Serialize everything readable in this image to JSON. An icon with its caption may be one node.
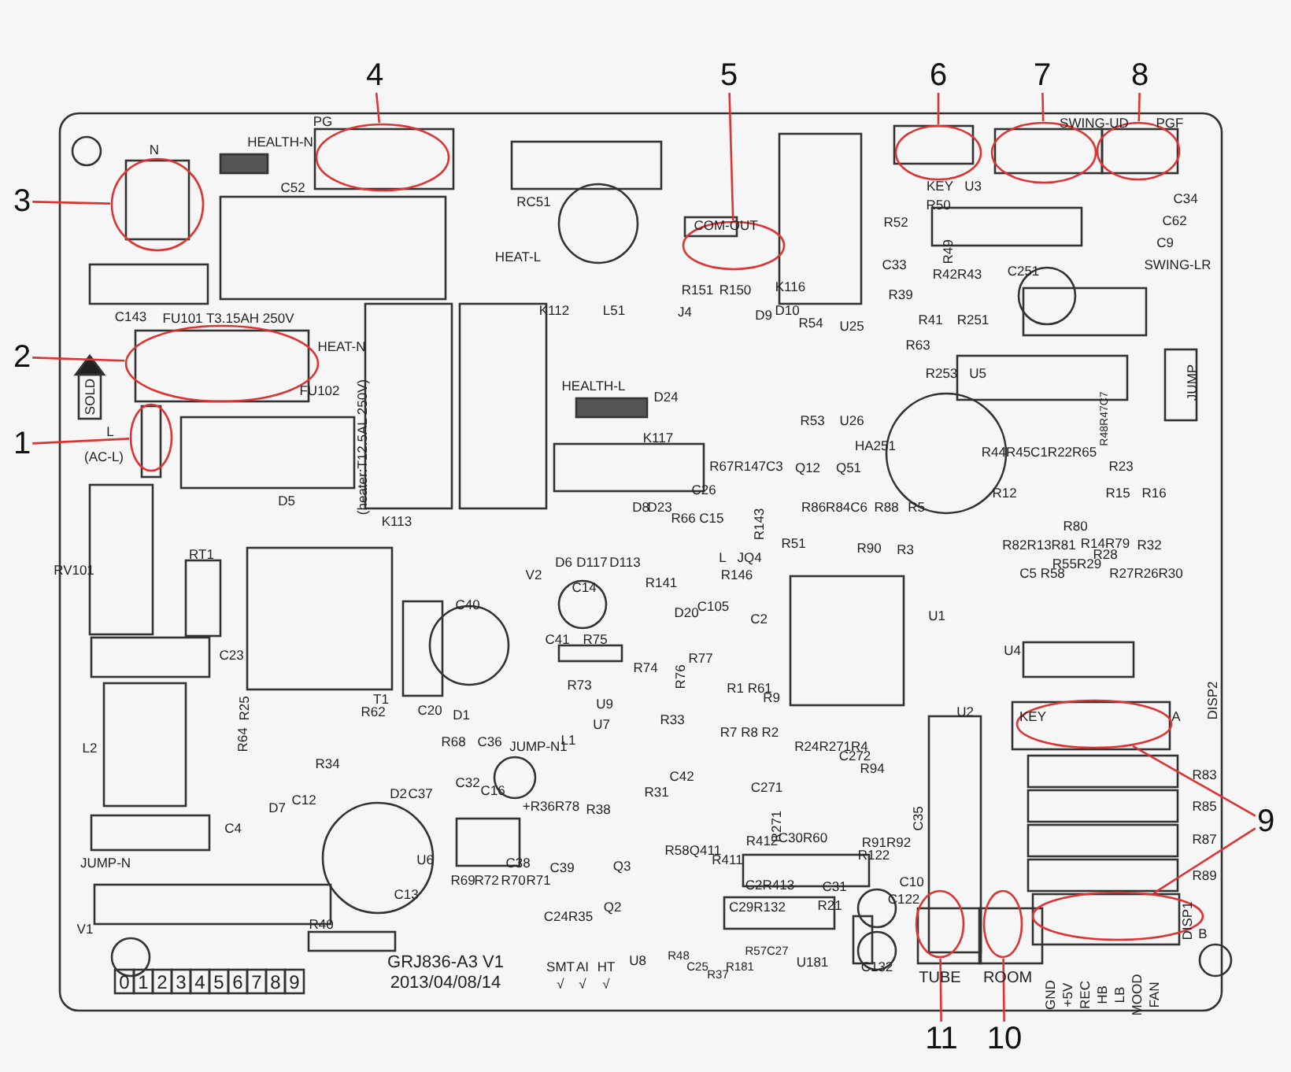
{
  "diagram": {
    "nodes": [
      {
        "text": [
          "1"
        ]
      },
      {
        "text": [
          "2"
        ]
      },
      {
        "text": [
          "3"
        ]
      },
      {
        "text": [
          "4"
        ]
      },
      {
        "text": [
          "5"
        ]
      },
      {
        "text": [
          "6"
        ]
      },
      {
        "text": [
          "7"
        ]
      },
      {
        "text": [
          "8"
        ]
      },
      {
        "text": [
          "9"
        ]
      },
      {
        "text": [
          "10"
        ]
      },
      {
        "text": [
          "11"
        ]
      },
      {
        "text": [],
        "shape": "ellipse"
      },
      {
        "text": [],
        "shape": "ellipse"
      },
      {
        "text": [],
        "shape": "ellipse"
      },
      {
        "text": [],
        "shape": "ellipse"
      },
      {
        "text": [],
        "shape": "ellipse"
      },
      {
        "text": [],
        "shape": "ellipse"
      },
      {
        "text": [],
        "shape": "ellipse"
      },
      {
        "text": [],
        "shape": "ellipse"
      },
      {
        "text": [],
        "shape": "ellipse"
      },
      {
        "text": [],
        "shape": "ellipse"
      },
      {
        "text": [],
        "shape": "ellipse"
      },
      {
        "text": [],
        "shape": "ellipse"
      }
    ],
    "edges": [
      {
        "from": 0,
        "to": 11,
        "arrow": "none"
      },
      {
        "from": 1,
        "to": 12,
        "arrow": "none"
      },
      {
        "from": 2,
        "to": 13,
        "arrow": "none"
      },
      {
        "from": 3,
        "to": 14,
        "arrow": "none"
      },
      {
        "from": 4,
        "to": 15,
        "arrow": "none"
      },
      {
        "from": 5,
        "to": 16,
        "arrow": "none"
      },
      {
        "from": 6,
        "to": 17,
        "arrow": "none"
      },
      {
        "from": 7,
        "to": 18,
        "arrow": "none"
      },
      {
        "from": 8,
        "to": 19,
        "arrow": "none"
      },
      {
        "from": 8,
        "to": 20,
        "arrow": "none"
      },
      {
        "from": 9,
        "to": 21,
        "arrow": "none"
      },
      {
        "from": 10,
        "to": 22,
        "arrow": "none"
      }
    ],
    "labels": [
      "N",
      "HEALTH-N",
      "PG",
      "C52",
      "RC51",
      "HEAT-L",
      "K112",
      "L51",
      "C143",
      "FU101 T3.15AH 250V",
      "HEAT-N",
      "SOLD",
      "FU102",
      "(heater:T12.5AL 250V)",
      "L",
      "(AC-L)",
      "COM-OUT",
      "KEY",
      "U3",
      "SWING-UD",
      "PGF",
      "C34",
      "C62",
      "C9",
      "SWING-LR",
      "R151",
      "R150",
      "K116",
      "R50",
      "R52",
      "R49",
      "C33",
      "R39",
      "R42R43",
      "C251",
      "J4",
      "D9",
      "D10",
      "R54",
      "U25",
      "R41",
      "R251",
      "R63",
      "D24",
      "HEALTH-L",
      "R253",
      "U5",
      "JUMP",
      "R53",
      "U26",
      "K117",
      "HA251",
      "R48R47C7",
      "R67R147C3",
      "Q12",
      "Q51",
      "R44R45C1R22R65",
      "R23",
      "C26",
      "R12",
      "R15",
      "R16",
      "D5",
      "D8",
      "D23",
      "R86R84C6",
      "R88",
      "R5",
      "R66 C15",
      "R143",
      "K113",
      "R80",
      "R51",
      "R90",
      "R3",
      "R82R13R81",
      "R14R79",
      "R32",
      "RV101",
      "RT1",
      "D6",
      "D117",
      "D113",
      "L",
      "JQ4",
      "R28",
      "R55R29",
      "V2",
      "C14",
      "R141",
      "R146",
      "C5 R58",
      "R27R26R30",
      "C40",
      "D20",
      "C105",
      "C2",
      "U1",
      "C41",
      "R75",
      "U4",
      "C23",
      "R77",
      "R74",
      "R76",
      "R73",
      "R1 R61",
      "R9",
      "R33",
      "T1",
      "U9",
      "R25",
      "R62",
      "C20",
      "D1",
      "U2",
      "KEY",
      "A",
      "DISP2",
      "U7",
      "R7 R8 R2",
      "L1",
      "R64",
      "L2",
      "R68",
      "C36",
      "JUMP-N1",
      "R24R271R4",
      "C272",
      "R34",
      "C42",
      "R94",
      "R83",
      "C12",
      "D2",
      "C37",
      "C32",
      "C16",
      "R31",
      "C271",
      "D7",
      "+R36R78",
      "R38",
      "R85",
      "C4",
      "R271",
      "C35",
      "R412",
      "C30R60",
      "R91R92",
      "R87",
      "JUMP-N",
      "U6",
      "C38",
      "C39",
      "Q3",
      "R58",
      "Q411",
      "R411",
      "R122",
      "R89",
      "R69",
      "R72",
      "R70",
      "R71",
      "C2R413",
      "C31",
      "C10",
      "C13",
      "Q2",
      "C29R132",
      "R21",
      "C122",
      "V1",
      "R40",
      "C24R35",
      "DISP1",
      "B",
      "GRJ836-A3 V1",
      "SMT",
      "AI",
      "HT",
      "U8",
      "R48",
      "C25",
      "R37",
      "R181",
      "R57C27",
      "U181",
      "C132",
      "0",
      "1",
      "2",
      "3",
      "4",
      "5",
      "6",
      "7",
      "8",
      "9",
      "2013/04/08/14",
      "√",
      "√",
      "√",
      "TUBE",
      "ROOM",
      "GND",
      "+5V",
      "REC",
      "HB",
      "LB",
      "MOOD",
      "FAN"
    ]
  }
}
